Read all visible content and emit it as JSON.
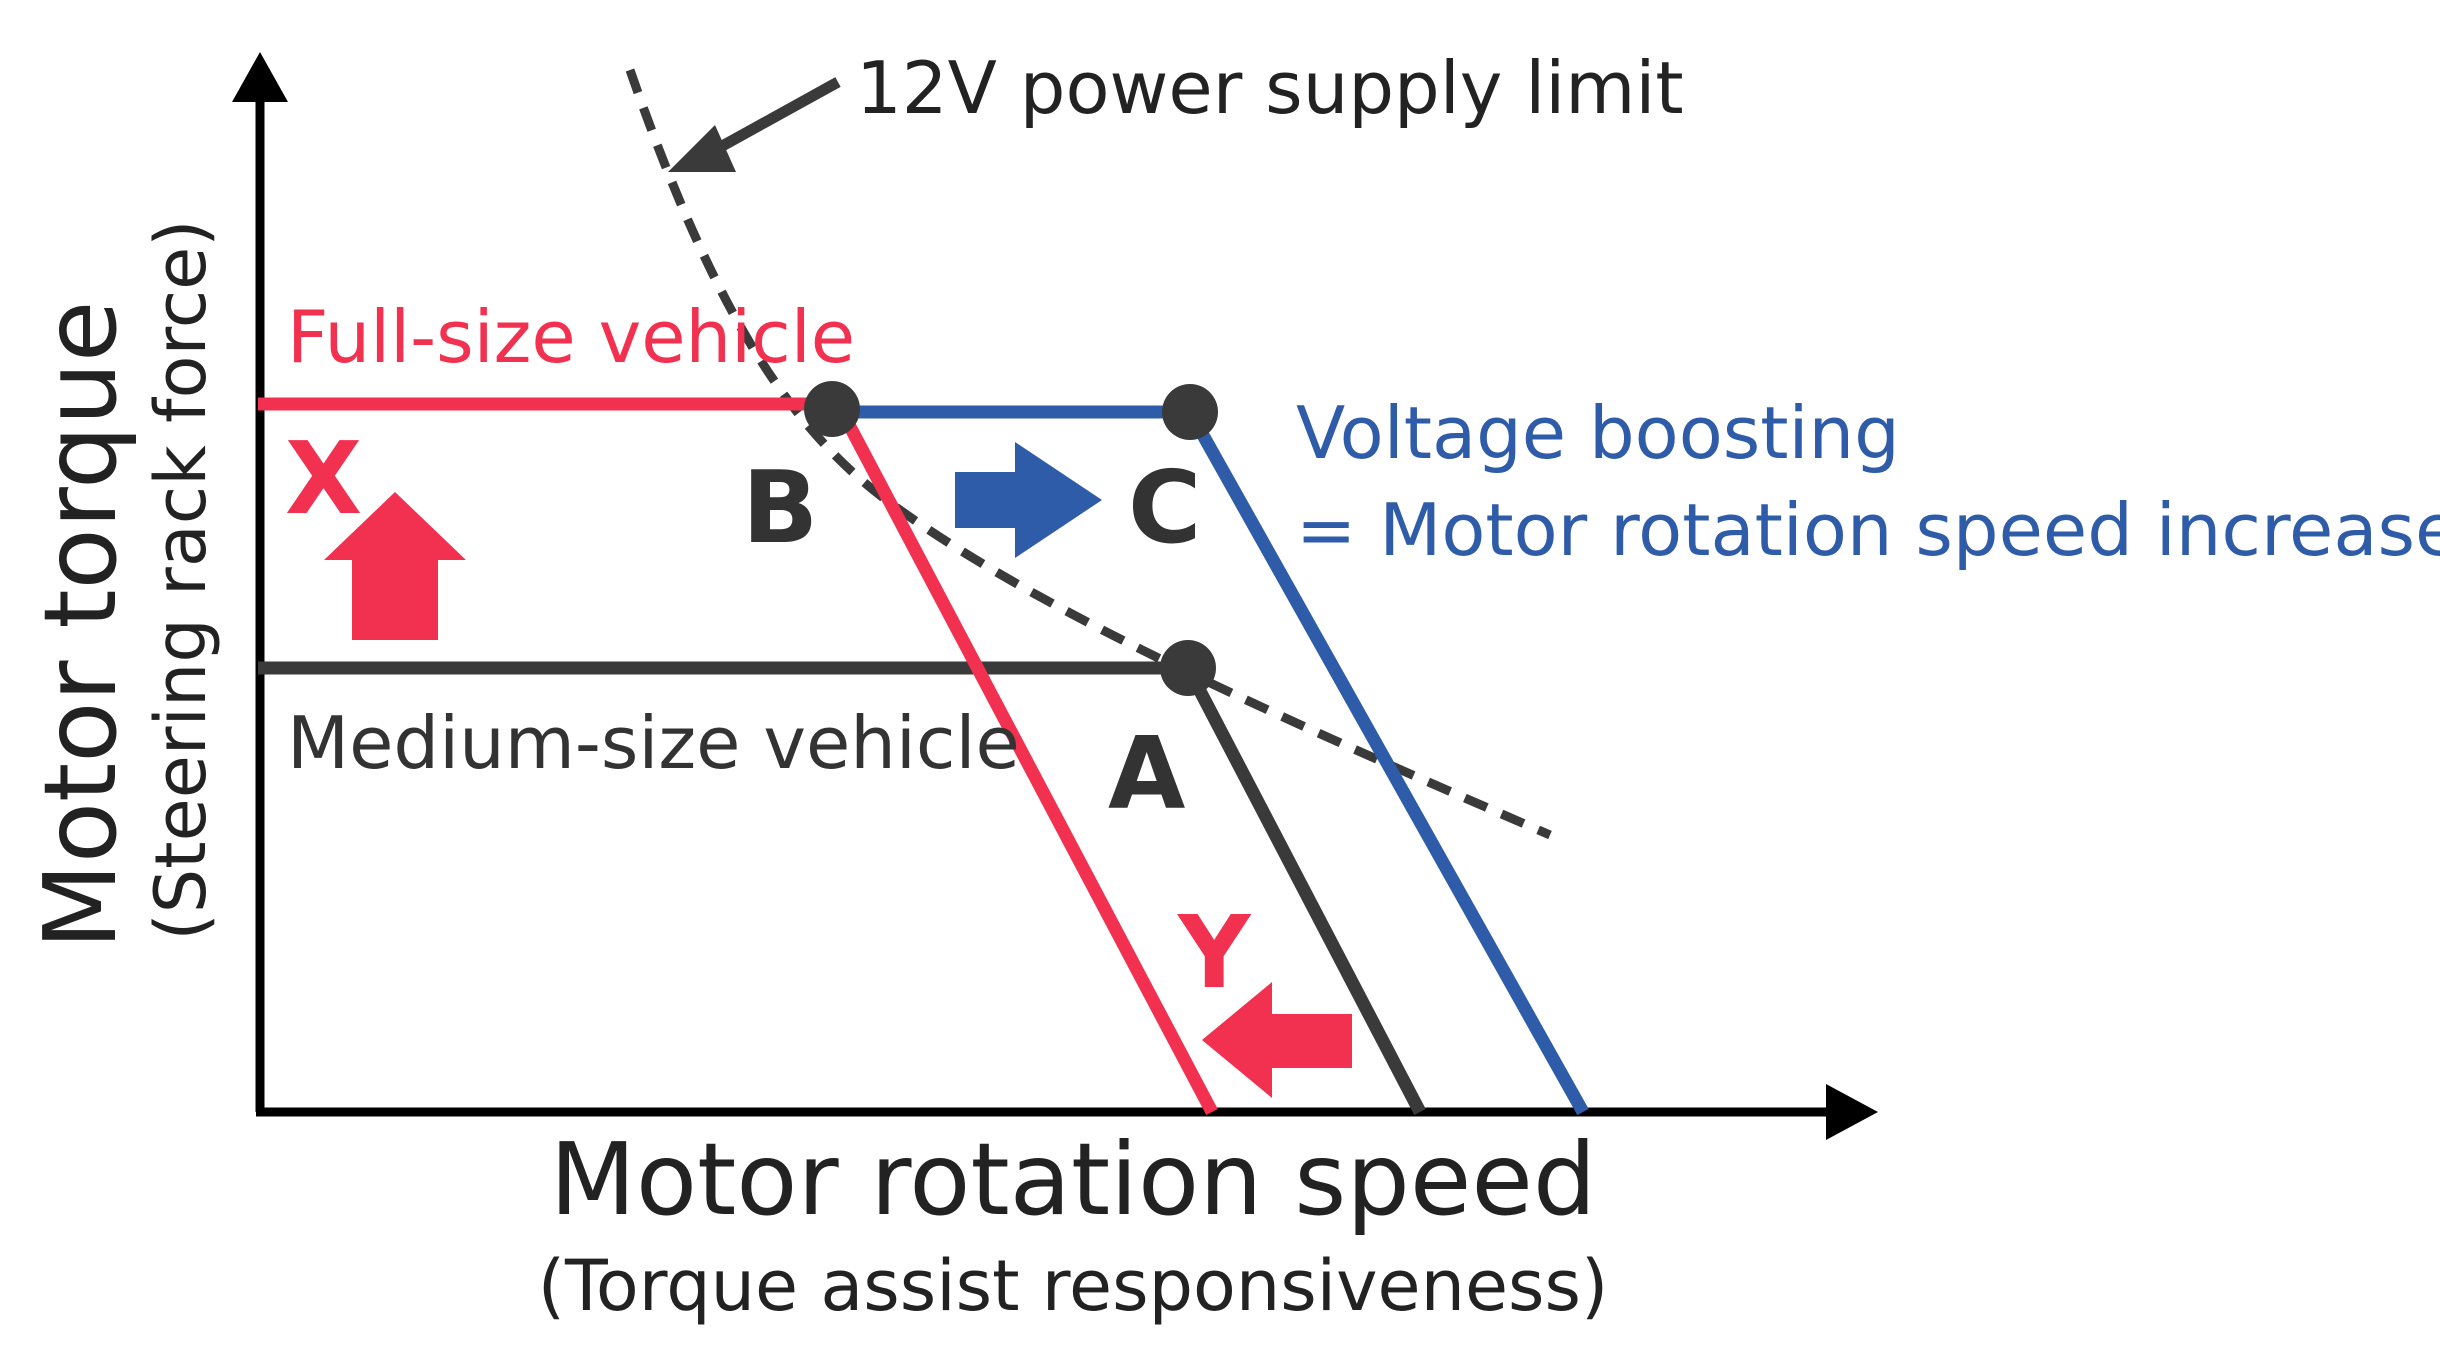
{
  "colors": {
    "full_size": "#F2304F",
    "medium_size": "#3A3A3A",
    "boost": "#2F5CA8",
    "limit": "#3A3A3A",
    "axis": "#000000"
  },
  "labels": {
    "limit": "12V power supply limit",
    "full_size": "Full-size vehicle",
    "medium_size": "Medium-size vehicle",
    "boost_line1": "Voltage boosting",
    "boost_line2": "= Motor rotation speed increase",
    "x_axis_main": "Motor rotation speed",
    "x_axis_sub": "(Torque assist responsiveness)",
    "y_axis_main": "Motor torque",
    "y_axis_sub": "(Steering rack force)"
  },
  "points": {
    "a": "A",
    "b": "B",
    "c": "C",
    "x": "X",
    "y": "Y"
  }
}
